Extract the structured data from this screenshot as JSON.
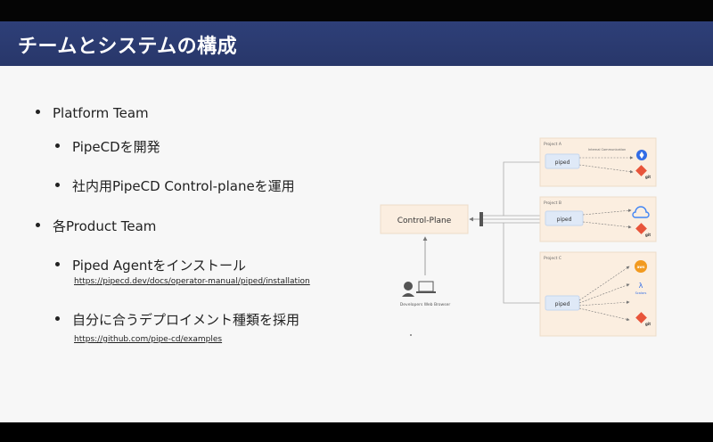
{
  "slide": {
    "title": "チームとシステムの構成",
    "bullets": {
      "platform_team": "Platform Team",
      "pipecd_dev": "PipeCDを開発",
      "control_plane_ops": "社内用PipeCD Control-planeを運用",
      "product_team": "各Product Team",
      "install_agent": "Piped Agentをインストール",
      "install_link": "https://pipecd.dev/docs/operator-manual/piped/installation",
      "choose_deploy": "自分に合うデプロイメント種類を採用",
      "examples_link": "https://github.com/pipe-cd/examples"
    }
  },
  "diagram": {
    "control_plane": "Control-Plane",
    "developer_label": "Developers Web Browser",
    "projects": [
      {
        "name": "Project A",
        "piped": "piped",
        "note": "Internal Communication"
      },
      {
        "name": "Project B",
        "piped": "piped"
      },
      {
        "name": "Project C",
        "piped": "piped"
      }
    ],
    "git_label": "git",
    "aws_label": "aws",
    "lambda_label": "λ",
    "scalars_label": "Scalars"
  },
  "colors": {
    "title_band": "#2e3f78",
    "box_fill": "#fbeee0",
    "piped_fill": "#dfe9f7",
    "git_red": "#e8543a",
    "k8s_blue": "#326ce5",
    "aws_orange": "#f29a1f"
  }
}
